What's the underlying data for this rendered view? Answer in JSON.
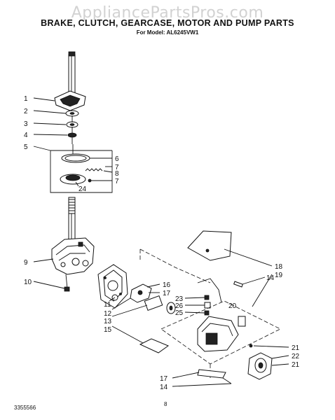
{
  "watermark": "AppliancePartsPros.com",
  "title": "BRAKE, CLUTCH, GEARCASE, MOTOR AND PUMP PARTS",
  "subtitle": "For Model: AL6245VW1",
  "footer": {
    "code": "3355566",
    "page": "8"
  },
  "callouts": [
    {
      "id": "c1",
      "text": "1"
    },
    {
      "id": "c2",
      "text": "2"
    },
    {
      "id": "c3",
      "text": "3"
    },
    {
      "id": "c4",
      "text": "4"
    },
    {
      "id": "c5",
      "text": "5"
    },
    {
      "id": "c6",
      "text": "6"
    },
    {
      "id": "c7a",
      "text": "7"
    },
    {
      "id": "c8",
      "text": "8"
    },
    {
      "id": "c7b",
      "text": "7"
    },
    {
      "id": "c24",
      "text": "24"
    },
    {
      "id": "c9",
      "text": "9"
    },
    {
      "id": "c10",
      "text": "10"
    },
    {
      "id": "c11",
      "text": "11"
    },
    {
      "id": "c12",
      "text": "12"
    },
    {
      "id": "c13",
      "text": "13"
    },
    {
      "id": "c15",
      "text": "15"
    },
    {
      "id": "c16",
      "text": "16"
    },
    {
      "id": "c17a",
      "text": "17"
    },
    {
      "id": "c23",
      "text": "23"
    },
    {
      "id": "c26",
      "text": "26"
    },
    {
      "id": "c25",
      "text": "25"
    },
    {
      "id": "c18",
      "text": "18"
    },
    {
      "id": "c19",
      "text": "19"
    },
    {
      "id": "c14a",
      "text": "14"
    },
    {
      "id": "c20",
      "text": "20"
    },
    {
      "id": "c21a",
      "text": "21"
    },
    {
      "id": "c22",
      "text": "22"
    },
    {
      "id": "c21b",
      "text": "21"
    },
    {
      "id": "c17b",
      "text": "17"
    },
    {
      "id": "c14b",
      "text": "14"
    }
  ]
}
